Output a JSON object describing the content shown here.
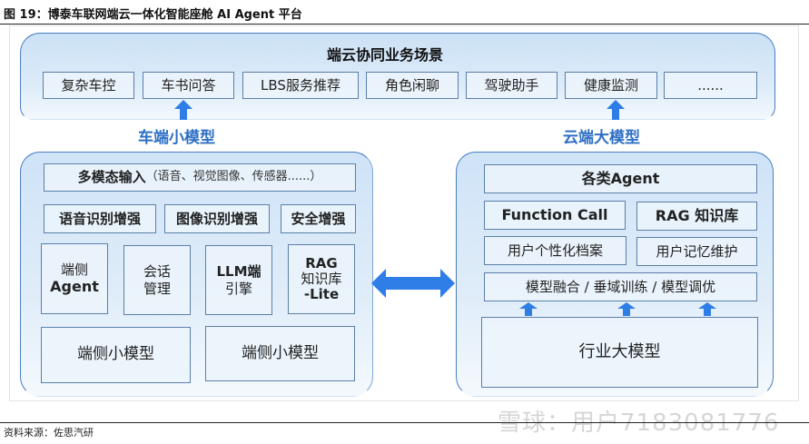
{
  "figure": {
    "title": "图 19：博泰车联网端云一体化智能座舱 AI Agent 平台",
    "source": "资料来源：佐思汽研",
    "watermark": "雪球：用户7183081776"
  },
  "top_panel": {
    "title": "端云协同业务场景",
    "scenarios": [
      "复杂车控",
      "车书问答",
      "LBS服务推荐",
      "角色闲聊",
      "驾驶助手",
      "健康监测",
      "......"
    ]
  },
  "labels": {
    "vehicle_side": "车端小模型",
    "cloud_side": "云端大模型"
  },
  "left_panel": {
    "multimodal_bold": "多模态输入",
    "multimodal_detail": "（语音、视觉图像、传感器......）",
    "enhancements": [
      "语音识别增强",
      "图像识别增强",
      "安全增强"
    ],
    "modules": [
      {
        "line1": "端侧",
        "line2": "Agent",
        "line3": ""
      },
      {
        "line1": "会话",
        "line2": "管理",
        "line3": ""
      },
      {
        "line1": "LLM端",
        "line2": "引擎",
        "line3": ""
      },
      {
        "line1": "RAG",
        "line2": "知识库",
        "line3": "-Lite"
      }
    ],
    "small_models": [
      "端侧小模型",
      "端侧小模型"
    ]
  },
  "right_panel": {
    "agents": "各类Agent",
    "function_call": "Function Call",
    "rag": "RAG 知识库",
    "profile": "用户个性化档案",
    "memory": "用户记忆维护",
    "fusion": "模型融合 / 垂域训练 / 模型调优",
    "industry_model": "行业大模型"
  },
  "colors": {
    "accent_blue": "#2f7ee8",
    "label_blue": "#2e6fc4",
    "border": "#5b7fa8"
  }
}
